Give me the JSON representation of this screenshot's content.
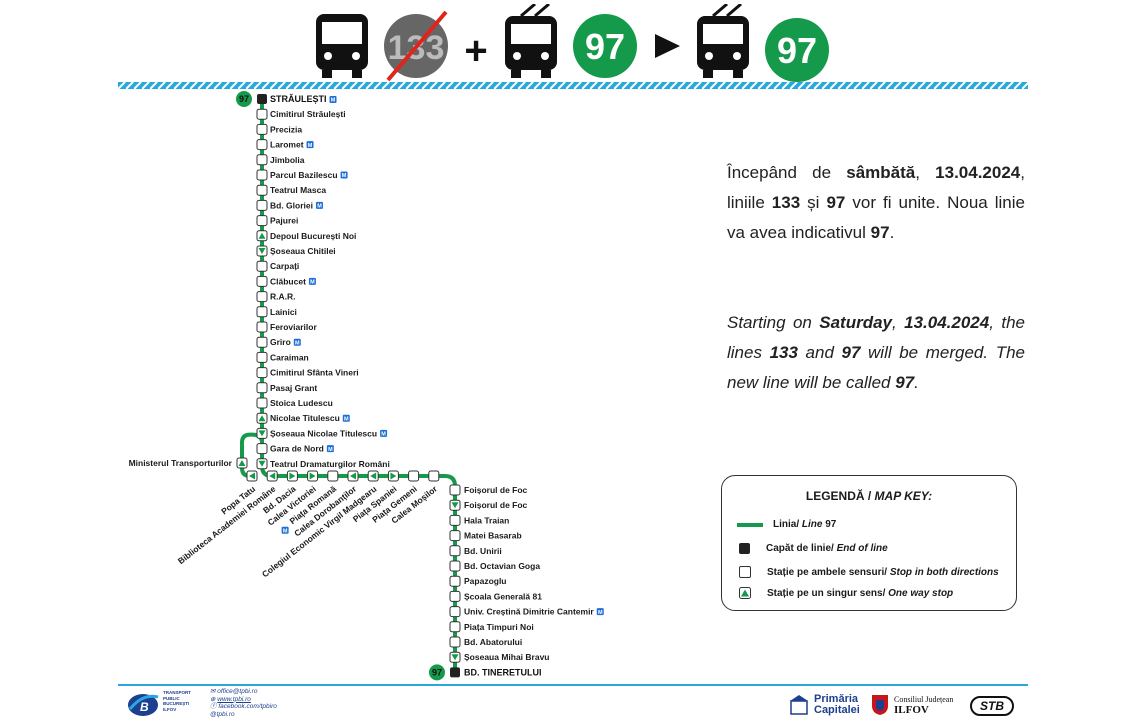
{
  "header": {
    "old_route_number": "133",
    "merged_route_number": "97",
    "new_route_number": "97",
    "colors": {
      "green": "#149a4a",
      "grey": "#666666",
      "red": "#e2231a",
      "stripe": "#29a8e0"
    }
  },
  "route": {
    "badge": "97",
    "start_terminal": "STRĂULEȘTI",
    "end_terminal": "BD. TINERETULUI",
    "vertical_stops": [
      {
        "name": "Cimitirul Străulești",
        "type": "both",
        "metro": false
      },
      {
        "name": "Precizia",
        "type": "both",
        "metro": false
      },
      {
        "name": "Laromet",
        "type": "both",
        "metro": true
      },
      {
        "name": "Jimbolia",
        "type": "both",
        "metro": false
      },
      {
        "name": "Parcul Bazilescu",
        "type": "both",
        "metro": true
      },
      {
        "name": "Teatrul Masca",
        "type": "both",
        "metro": false
      },
      {
        "name": "Bd. Gloriei",
        "type": "both",
        "metro": true
      },
      {
        "name": "Pajurei",
        "type": "both",
        "metro": false
      },
      {
        "name": "Depoul București Noi",
        "type": "up",
        "metro": false
      },
      {
        "name": "Șoseaua Chitilei",
        "type": "down",
        "metro": false
      },
      {
        "name": "Carpați",
        "type": "both",
        "metro": false
      },
      {
        "name": "Clăbucet",
        "type": "both",
        "metro": true
      },
      {
        "name": "R.A.R.",
        "type": "both",
        "metro": false
      },
      {
        "name": "Lainici",
        "type": "both",
        "metro": false
      },
      {
        "name": "Feroviarilor",
        "type": "both",
        "metro": false
      },
      {
        "name": "Griro",
        "type": "both",
        "metro": true
      },
      {
        "name": "Caraiman",
        "type": "both",
        "metro": false
      },
      {
        "name": "Cimitirul Sfânta Vineri",
        "type": "both",
        "metro": false
      },
      {
        "name": "Pasaj Grant",
        "type": "both",
        "metro": false
      },
      {
        "name": "Stoica Ludescu",
        "type": "both",
        "metro": false
      },
      {
        "name": "Nicolae Titulescu",
        "type": "up",
        "metro": true
      },
      {
        "name": "Șoseaua Nicolae Titulescu",
        "type": "down",
        "metro": true
      },
      {
        "name": "Gara de Nord",
        "type": "both",
        "metro": true
      },
      {
        "name": "Teatrul Dramaturgilor Români",
        "type": "down",
        "metro": false
      }
    ],
    "side_stop": {
      "name": "Ministerul Transporturilor",
      "type": "up"
    },
    "horizontal_stops": [
      {
        "name": "Popa Tatu",
        "type": "left",
        "metro": false
      },
      {
        "name": "Biblioteca Academiei Române",
        "type": "left",
        "metro": false
      },
      {
        "name": "Bd. Dacia",
        "type": "right",
        "metro": false
      },
      {
        "name": "Calea Victoriei",
        "type": "right",
        "metro": false
      },
      {
        "name": "Piața Romană",
        "type": "both",
        "metro": true
      },
      {
        "name": "Calea Dorobanților",
        "type": "left",
        "metro": false
      },
      {
        "name": "Colegiul Economic Virgil Madgearu",
        "type": "left",
        "metro": false
      },
      {
        "name": "Piața Spaniei",
        "type": "right",
        "metro": false
      },
      {
        "name": "Piața Gemeni",
        "type": "both",
        "metro": false
      },
      {
        "name": "Calea Moșilor",
        "type": "both",
        "metro": false
      }
    ],
    "descending_stops": [
      {
        "name": "Foișorul de Foc",
        "type": "both",
        "metro": false
      },
      {
        "name": "Foișorul de Foc",
        "type": "down",
        "metro": false
      },
      {
        "name": "Hala Traian",
        "type": "both",
        "metro": false
      },
      {
        "name": "Matei Basarab",
        "type": "both",
        "metro": false
      },
      {
        "name": "Bd. Unirii",
        "type": "both",
        "metro": false
      },
      {
        "name": "Bd. Octavian Goga",
        "type": "both",
        "metro": false
      },
      {
        "name": "Papazoglu",
        "type": "both",
        "metro": false
      },
      {
        "name": "Școala Generală 81",
        "type": "both",
        "metro": false
      },
      {
        "name": "Univ. Creștină Dimitrie Cantemir",
        "type": "both",
        "metro": true
      },
      {
        "name": "Piața Timpuri Noi",
        "type": "both",
        "metro": false
      },
      {
        "name": "Bd. Abatorului",
        "type": "both",
        "metro": false
      },
      {
        "name": "Șoseaua Mihai Bravu",
        "type": "down",
        "metro": false
      }
    ],
    "metro_symbol": "M"
  },
  "announcement": {
    "ro": {
      "p1": "Începând de ",
      "b1": "sâmbătă",
      "p2": ", ",
      "b2": "13.04.2024",
      "p3": ",",
      "p4": "liniile ",
      "b3": "133",
      "p5": " și ",
      "b4": "97",
      "p6": " vor fi unite. Noua linie va avea indicativul ",
      "b5": "97",
      "p7": "."
    },
    "en": {
      "p1": "Starting on ",
      "b1": "Saturday",
      "p2": ", ",
      "b2": "13.04.2024",
      "p3": ",",
      "p4": "the lines ",
      "b3": "133",
      "p5": " and ",
      "b4": "97",
      "p6": " will be merged. The new line will be called ",
      "b5": "97",
      "p7": "."
    }
  },
  "legend": {
    "title_ro": "LEGENDĂ / ",
    "title_en": "MAP KEY:",
    "line_ro": "Linia/ ",
    "line_en": "Line",
    "line_num": " 97",
    "end_ro": "Capăt de linie/ ",
    "end_en": "End of line",
    "both_ro": "Stație pe ambele sensuri/ ",
    "both_en": "Stop in both directions",
    "one_ro": "Stație pe un singur sens/ ",
    "one_en": "One way stop"
  },
  "footer": {
    "tpbi_brand": [
      "TRANSPORT",
      "PUBLIC",
      "BUCUREȘTI",
      "ILFOV"
    ],
    "contacts": [
      "office@tpbi.ro",
      "www.tpbi.ro",
      "facebook.com/tpbiro",
      "@tpbi.ro"
    ],
    "primaria_line1": "Primăria",
    "primaria_line2": "Capitalei",
    "consiliul_line1": "Consiliul Județean",
    "consiliul_line2": "ILFOV",
    "stb": "STB"
  }
}
